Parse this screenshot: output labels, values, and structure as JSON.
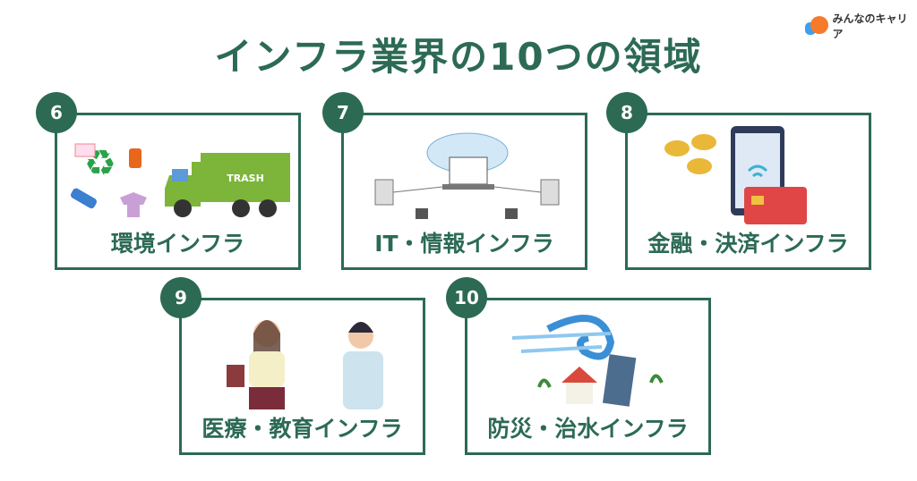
{
  "title": "インフラ業界の10つの領域",
  "logo": {
    "text": "みんなのキャリア"
  },
  "cards": [
    {
      "number": "6",
      "label": "環境インフラ",
      "truck_text": "TRASH"
    },
    {
      "number": "7",
      "label": "IT・情報インフラ"
    },
    {
      "number": "8",
      "label": "金融・決済インフラ"
    },
    {
      "number": "9",
      "label": "医療・教育インフラ"
    },
    {
      "number": "10",
      "label": "防災・治水インフラ"
    }
  ],
  "colors": {
    "primary": "#2c6a54"
  }
}
